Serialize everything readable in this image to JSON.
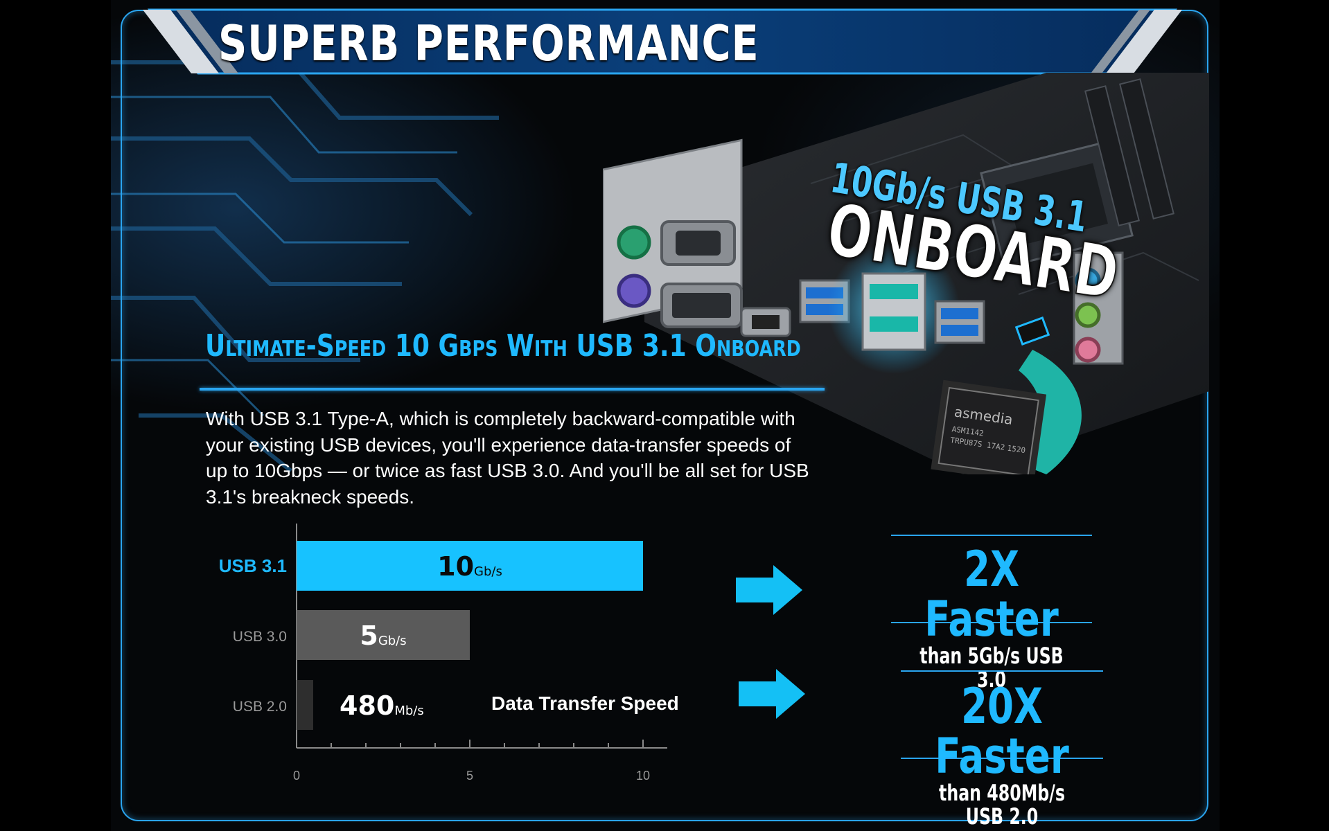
{
  "header": {
    "title": "SUPERB PERFORMANCE"
  },
  "feature": {
    "headline": "Ultimate-Speed 10 Gbps With USB 3.1 Onboard",
    "description": "With USB 3.1 Type-A, which is completely backward-compatible with your existing USB devices, you'll experience data-transfer speeds of up to 10Gbps — or twice as fast USB 3.0. And you'll be all set for USB 3.1's breakneck speeds."
  },
  "product_image": {
    "caption_line1": "10Gb/s USB 3.1",
    "caption_line2": "ONBOARD",
    "chip_label": "asmedia",
    "chip_model": "ASM1142",
    "chip_code1": "TRPU87S 17A2",
    "chip_code2": "1520"
  },
  "chart_data": {
    "type": "bar",
    "orientation": "horizontal",
    "title": "Data Transfer Speed",
    "categories": [
      "USB 3.1",
      "USB 3.0",
      "USB 2.0"
    ],
    "values": [
      10,
      5,
      0.48
    ],
    "value_labels": [
      {
        "number": "10",
        "unit": "Gb/s"
      },
      {
        "number": "5",
        "unit": "Gb/s"
      },
      {
        "number": "480",
        "unit": "Mb/s"
      }
    ],
    "bar_colors": [
      "#17c2ff",
      "#5a5a5a",
      "#2e2e2e"
    ],
    "xlim": [
      0,
      11
    ],
    "xticks": [
      0,
      5,
      10
    ],
    "grid": false
  },
  "callouts": [
    {
      "big": "2X Faster",
      "small": "than 5Gb/s USB 3.0"
    },
    {
      "big": "20X Faster",
      "small": "than 480Mb/s USB 2.0"
    }
  ],
  "colors": {
    "accent": "#1fb9ff",
    "frame": "#2aa5f0",
    "arrow": "#14c0f5"
  }
}
